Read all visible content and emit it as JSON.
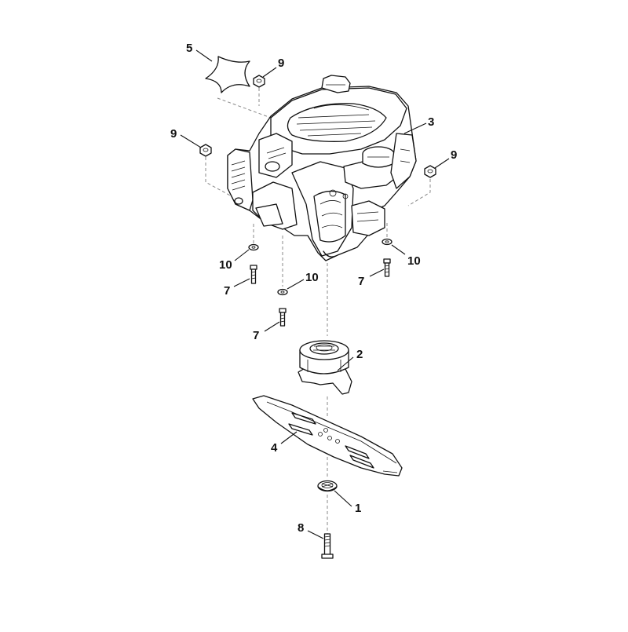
{
  "parts": [
    {
      "key": "p5",
      "number": "5"
    },
    {
      "key": "p9a",
      "number": "9"
    },
    {
      "key": "p9b",
      "number": "9"
    },
    {
      "key": "p9c",
      "number": "9"
    },
    {
      "key": "p3",
      "number": "3"
    },
    {
      "key": "p10a",
      "number": "10"
    },
    {
      "key": "p10b",
      "number": "10"
    },
    {
      "key": "p10c",
      "number": "10"
    },
    {
      "key": "p7a",
      "number": "7"
    },
    {
      "key": "p7b",
      "number": "7"
    },
    {
      "key": "p7c",
      "number": "7"
    },
    {
      "key": "p2",
      "number": "2"
    },
    {
      "key": "p4",
      "number": "4"
    },
    {
      "key": "p1",
      "number": "1"
    },
    {
      "key": "p8",
      "number": "8"
    }
  ],
  "colors": {
    "line": "#111111",
    "dash": "#888888",
    "background": "#ffffff"
  }
}
